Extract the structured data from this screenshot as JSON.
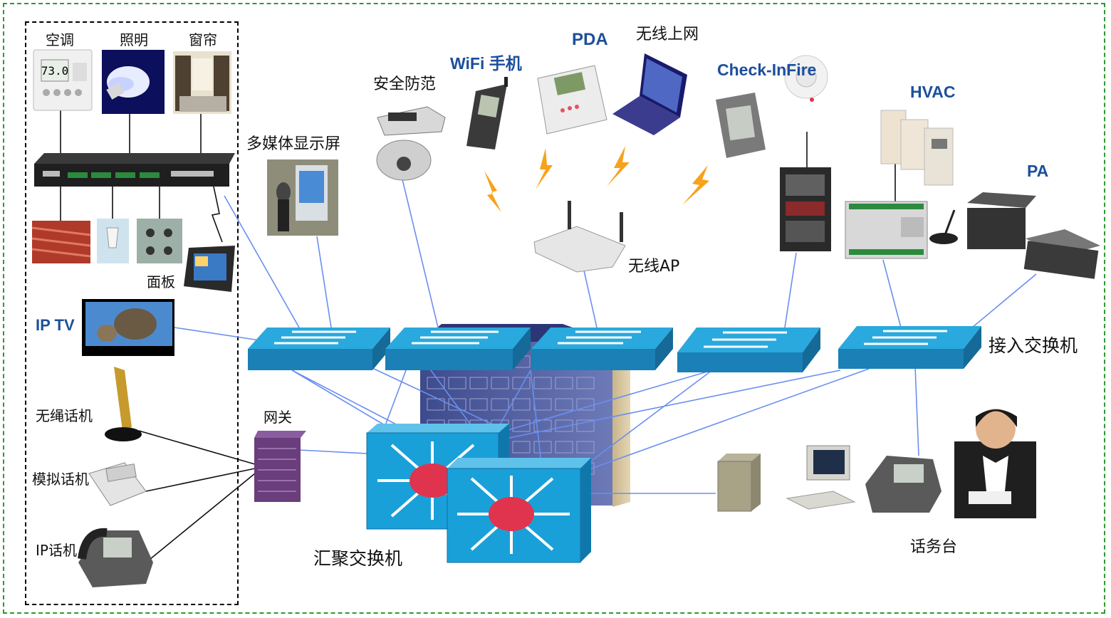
{
  "labels": {
    "aircon": "空调",
    "lighting": "照明",
    "curtain": "窗帘",
    "panel": "面板",
    "iptv": "IP TV",
    "cordless_phone": "无绳话机",
    "analog_phone": "模拟话机",
    "ip_phone": "IP话机",
    "gateway": "网关",
    "multimedia_screen": "多媒体显示屏",
    "security": "安全防范",
    "wifi_phone": "WiFi 手机",
    "pda": "PDA",
    "wireless_internet": "无线上网",
    "check_in_fire": "Check-In",
    "fire_suffix": "Fire",
    "hvac": "HVAC",
    "pa": "PA",
    "wireless_ap": "无线AP",
    "access_switch": "接入交换机",
    "aggregation_switch": "汇聚交换机",
    "attendant_console": "话务台"
  },
  "thermostat_display": "73.0",
  "colors": {
    "frame": "#2e9a2e",
    "link": "#6a8ff0",
    "switch_top": "#29a9dd",
    "switch_side": "#1a80b6",
    "core_hub": "#e0344e",
    "label_blue": "#1c4f9c",
    "lightning": "#f7a21b",
    "server_rack": "#4b5a9a"
  }
}
